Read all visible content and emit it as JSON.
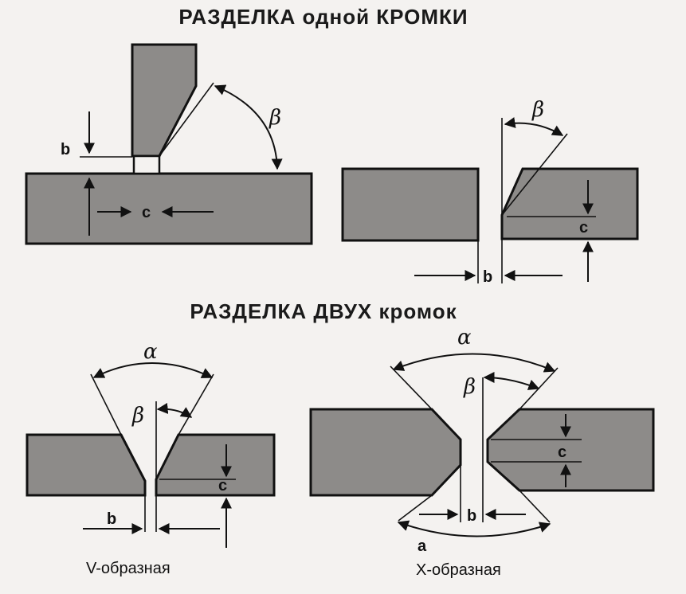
{
  "titles": {
    "single_edge": "РАЗДЕЛКА одной КРОМКИ",
    "double_edge": "РАЗДЕЛКА ДВУХ кромок"
  },
  "labels": {
    "b": "b",
    "c": "c",
    "a": "a",
    "alpha": "α",
    "beta": "β"
  },
  "captions": {
    "v_shape": "V-образная",
    "x_shape": "Х-образная"
  },
  "colors": {
    "plate": "#8d8b89",
    "background": "#f4f2f0",
    "ink": "#111111"
  }
}
